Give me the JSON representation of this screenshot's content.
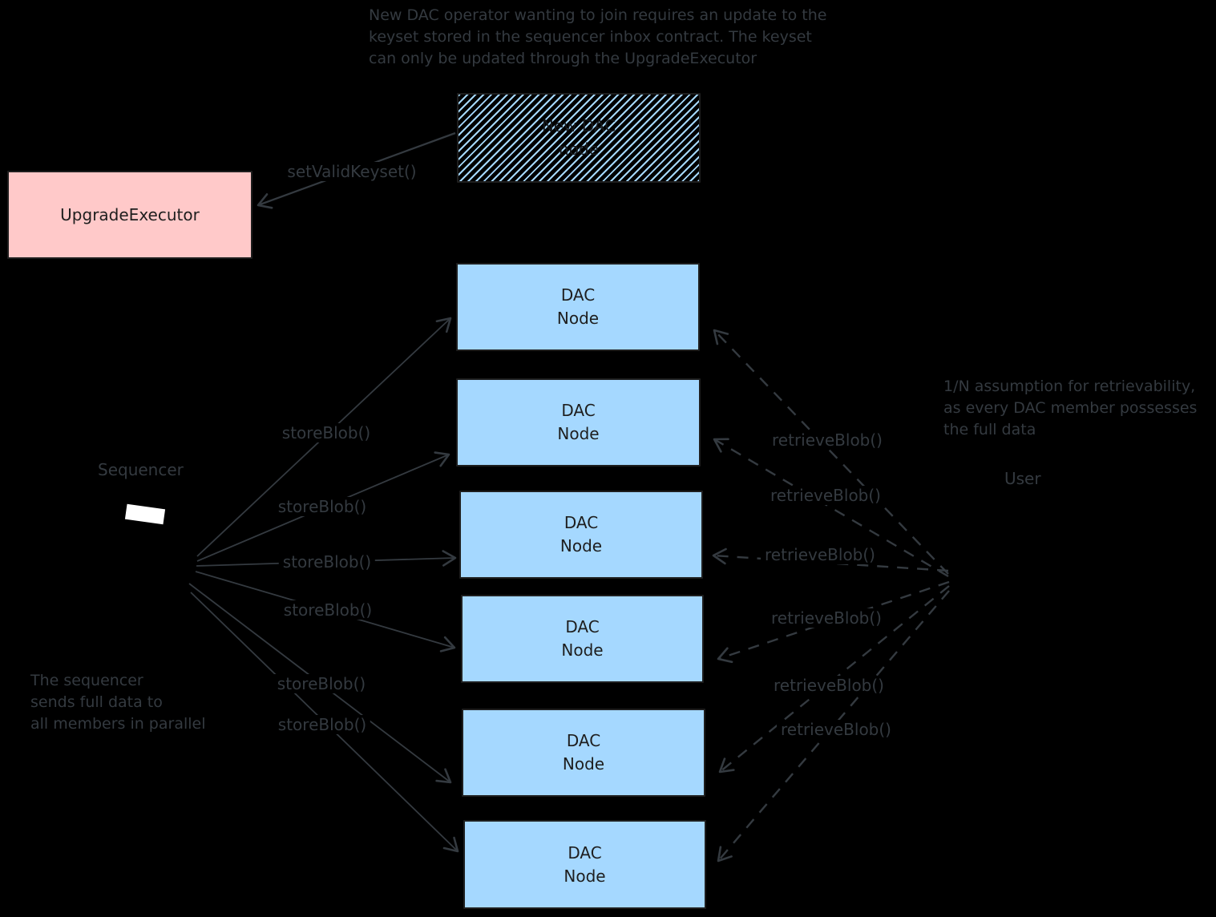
{
  "notes": {
    "top": "New DAC operator wanting to join requires an update to the\nkeyset stored in the sequencer inbox contract. The keyset\ncan only be updated through the UpgradeExecutor",
    "right": "1/N assumption for retrievability,\nas every DAC member possesses\nthe full data",
    "left": "The sequencer\nsends full data to\nall members in parallel"
  },
  "actors": {
    "sequencer": "Sequencer",
    "user": "User"
  },
  "boxes": {
    "upgrade_executor": {
      "label": "UpgradeExecutor"
    },
    "new_dac_node": {
      "label": "New DAC\nnode"
    },
    "dac_nodes": [
      {
        "label": "DAC\nNode"
      },
      {
        "label": "DAC\nNode"
      },
      {
        "label": "DAC\nNode"
      },
      {
        "label": "DAC\nNode"
      },
      {
        "label": "DAC\nNode"
      },
      {
        "label": "DAC\nNode"
      }
    ]
  },
  "edges": {
    "set_valid_keyset": {
      "label": "setValidKeyset()"
    },
    "store": [
      {
        "label": "storeBlob()"
      },
      {
        "label": "storeBlob()"
      },
      {
        "label": "storeBlob()"
      },
      {
        "label": "storeBlob()"
      },
      {
        "label": "storeBlob()"
      },
      {
        "label": "storeBlob()"
      }
    ],
    "retrieve": [
      {
        "label": "retrieveBlob()"
      },
      {
        "label": "retrieveBlob()"
      },
      {
        "label": "retrieveBlob()"
      },
      {
        "label": "retrieveBlob()"
      },
      {
        "label": "retrieveBlob()"
      },
      {
        "label": "retrieveBlob()"
      }
    ]
  },
  "colors": {
    "background": "#000000",
    "dac_node_fill": "#a5d8ff",
    "upgrade_executor_fill": "#ffc9c9",
    "stroke": "#343a40",
    "box_text": "#1e1e1e",
    "sequencer_screen": "#ffffff"
  }
}
